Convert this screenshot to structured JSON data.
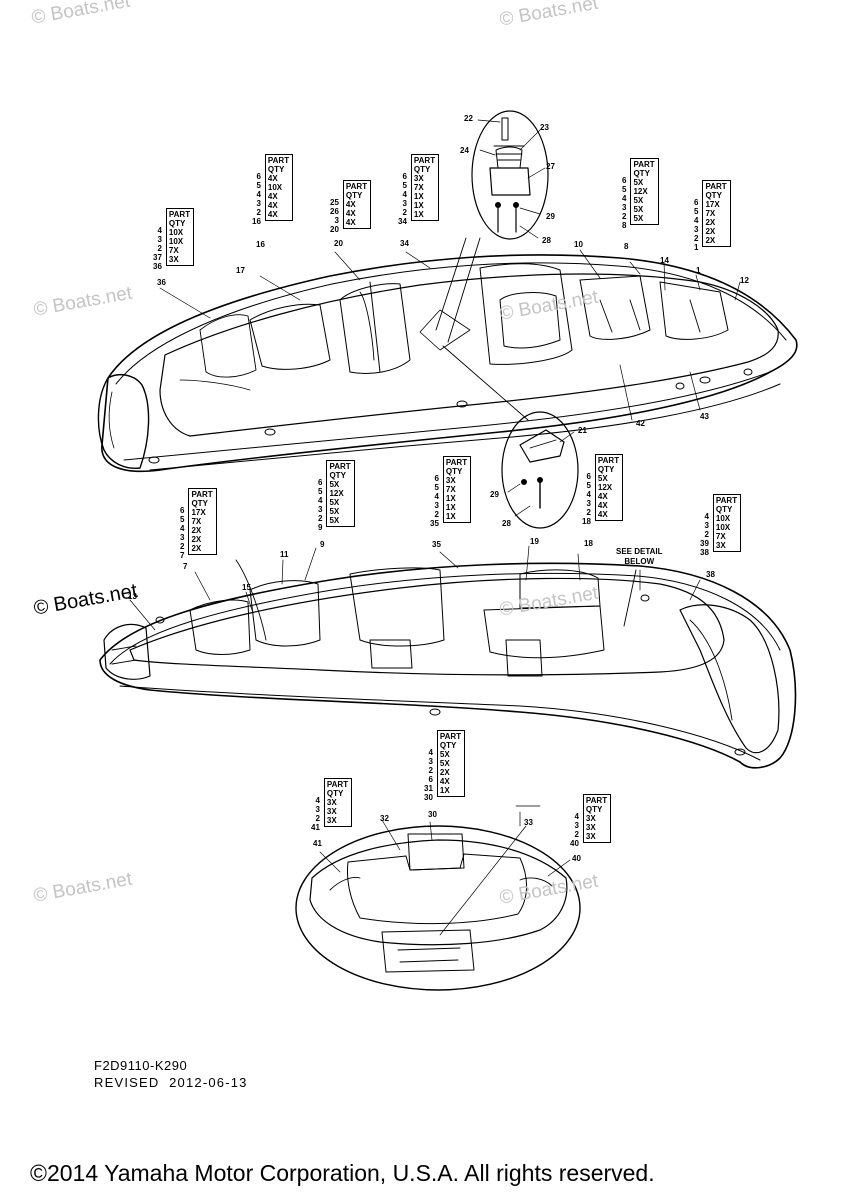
{
  "watermark": "© Boats.net",
  "upper_assembly": {
    "labels": [
      {
        "id": "l1",
        "text": "1"
      },
      {
        "id": "l8",
        "text": "8"
      },
      {
        "id": "l10",
        "text": "10"
      },
      {
        "id": "l12",
        "text": "12"
      },
      {
        "id": "l14",
        "text": "14"
      },
      {
        "id": "l16",
        "text": "16"
      },
      {
        "id": "l17",
        "text": "17"
      },
      {
        "id": "l20",
        "text": "20"
      },
      {
        "id": "l34",
        "text": "34"
      },
      {
        "id": "l36",
        "text": "36"
      },
      {
        "id": "l42",
        "text": "42"
      },
      {
        "id": "l43",
        "text": "43"
      }
    ],
    "detail_labels": [
      {
        "id": "d22",
        "text": "22"
      },
      {
        "id": "d23",
        "text": "23"
      },
      {
        "id": "d24",
        "text": "24"
      },
      {
        "id": "d27",
        "text": "27"
      },
      {
        "id": "d29",
        "text": "29"
      },
      {
        "id": "d28",
        "text": "28"
      }
    ],
    "qty_tables": [
      {
        "id": "qA",
        "parts": [
          "4",
          "3",
          "2",
          "37",
          "36"
        ],
        "rows": [
          "PART",
          "QTY",
          "10X",
          "10X",
          "7X",
          "3X"
        ]
      },
      {
        "id": "qB",
        "parts": [
          "6",
          "5",
          "4",
          "3",
          "2",
          "16"
        ],
        "rows": [
          "PART",
          "QTY",
          "4X",
          "10X",
          "4X",
          "4X",
          "4X"
        ]
      },
      {
        "id": "qC",
        "parts": [
          "25",
          "26",
          "3",
          "20"
        ],
        "rows": [
          "PART",
          "QTY",
          "4X",
          "4X",
          "4X"
        ]
      },
      {
        "id": "qD",
        "parts": [
          "6",
          "5",
          "4",
          "3",
          "2",
          "34"
        ],
        "rows": [
          "PART",
          "QTY",
          "3X",
          "7X",
          "1X",
          "1X",
          "1X"
        ]
      },
      {
        "id": "qE",
        "parts": [
          "6",
          "5",
          "4",
          "3",
          "2",
          "8"
        ],
        "rows": [
          "PART",
          "QTY",
          "5X",
          "12X",
          "5X",
          "5X",
          "5X"
        ]
      },
      {
        "id": "qF",
        "parts": [
          "6",
          "5",
          "4",
          "3",
          "2",
          "1"
        ],
        "rows": [
          "PART",
          "QTY",
          "17X",
          "7X",
          "2X",
          "2X",
          "2X"
        ]
      }
    ]
  },
  "middle_assembly": {
    "labels": [
      {
        "id": "m7",
        "text": "7"
      },
      {
        "id": "m13",
        "text": "13"
      },
      {
        "id": "m15",
        "text": "15"
      },
      {
        "id": "m11",
        "text": "11"
      },
      {
        "id": "m9",
        "text": "9"
      },
      {
        "id": "m35",
        "text": "35"
      },
      {
        "id": "m18",
        "text": "18"
      },
      {
        "id": "m19",
        "text": "19"
      },
      {
        "id": "m38",
        "text": "38"
      },
      {
        "id": "m21",
        "text": "21"
      },
      {
        "id": "m29",
        "text": "29"
      },
      {
        "id": "m28",
        "text": "28"
      }
    ],
    "qty_tables": [
      {
        "id": "qG",
        "parts": [
          "6",
          "5",
          "4",
          "3",
          "2",
          "7"
        ],
        "rows": [
          "PART",
          "QTY",
          "17X",
          "7X",
          "2X",
          "2X",
          "2X"
        ]
      },
      {
        "id": "qH",
        "parts": [
          "6",
          "5",
          "4",
          "3",
          "2",
          "9"
        ],
        "rows": [
          "PART",
          "QTY",
          "5X",
          "12X",
          "5X",
          "5X",
          "5X"
        ]
      },
      {
        "id": "qI",
        "parts": [
          "6",
          "5",
          "4",
          "3",
          "2",
          "35"
        ],
        "rows": [
          "PART",
          "QTY",
          "3X",
          "7X",
          "1X",
          "1X",
          "1X"
        ]
      },
      {
        "id": "qJ",
        "parts": [
          "6",
          "5",
          "4",
          "3",
          "2",
          "18"
        ],
        "rows": [
          "PART",
          "QTY",
          "5X",
          "12X",
          "4X",
          "4X",
          "4X"
        ]
      },
      {
        "id": "qK",
        "parts": [
          "4",
          "3",
          "2",
          "39",
          "38"
        ],
        "rows": [
          "PART",
          "QTY",
          "10X",
          "10X",
          "7X",
          "3X"
        ]
      }
    ],
    "detail_note": [
      "SEE DETAIL",
      "BELOW"
    ]
  },
  "detail_view": {
    "labels": [
      {
        "id": "v32",
        "text": "32"
      },
      {
        "id": "v33",
        "text": "33"
      },
      {
        "id": "v30",
        "text": "30"
      },
      {
        "id": "v41",
        "text": "41"
      },
      {
        "id": "v40",
        "text": "40"
      }
    ],
    "qty_tables": [
      {
        "id": "qL",
        "parts": [
          "4",
          "3",
          "2",
          "41"
        ],
        "rows": [
          "PART",
          "QTY",
          "3X",
          "3X",
          "3X"
        ]
      },
      {
        "id": "qM",
        "parts": [
          "4",
          "3",
          "2",
          "6",
          "31",
          "30"
        ],
        "rows": [
          "PART",
          "QTY",
          "5X",
          "5X",
          "2X",
          "4X",
          "1X"
        ]
      },
      {
        "id": "qN",
        "parts": [
          "4",
          "3",
          "2",
          "40"
        ],
        "rows": [
          "PART",
          "QTY",
          "3X",
          "3X",
          "3X"
        ]
      }
    ]
  },
  "footer": {
    "ref_code": "F2D9110-K290",
    "revised": "REVISED  2012-06-13",
    "copyright": "©2014 Yamaha Motor Corporation, U.S.A. All rights reserved."
  }
}
